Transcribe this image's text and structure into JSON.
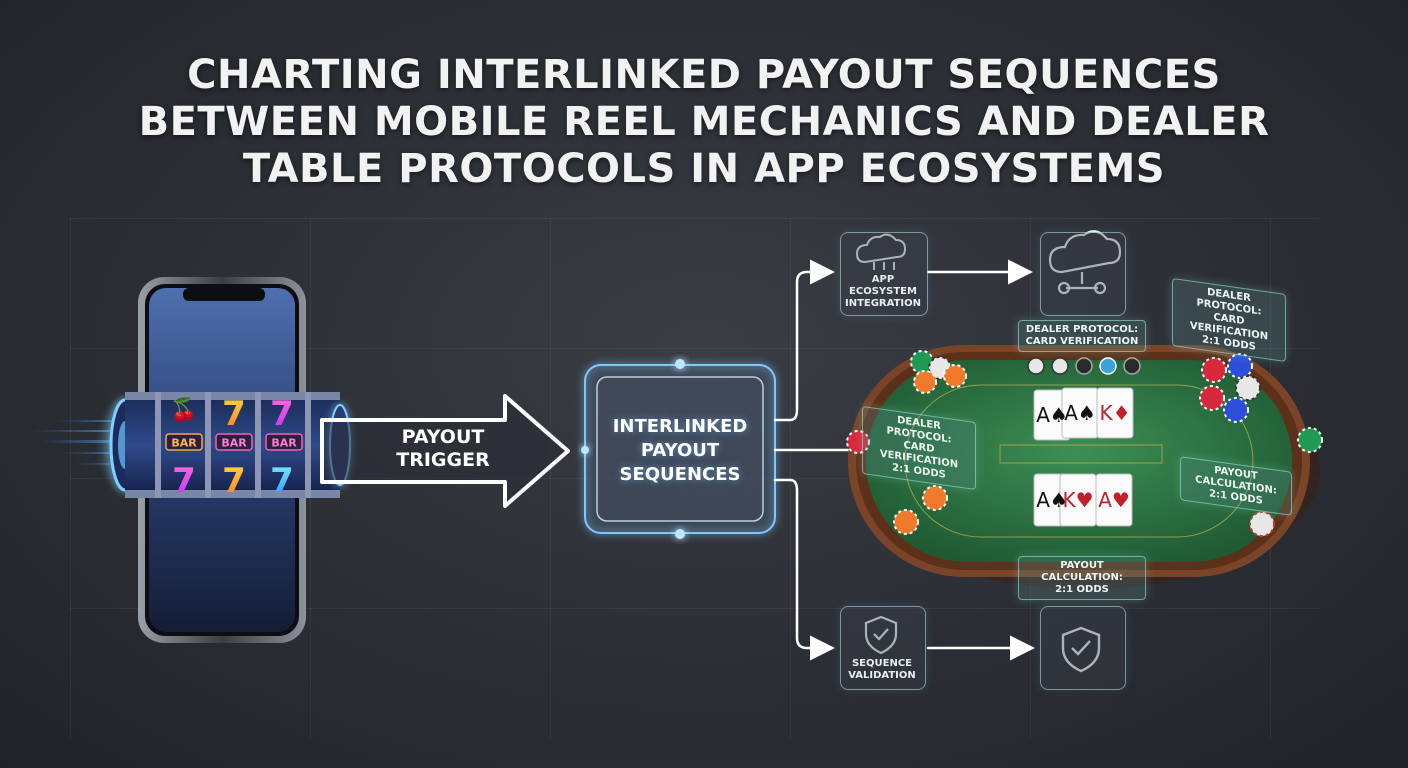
{
  "title": {
    "line1": "CHARTING INTERLINKED PAYOUT SEQUENCES",
    "line2": "BETWEEN MOBILE REEL MECHANICS AND DEALER",
    "line3": "TABLE PROTOCOLS IN APP ECOSYSTEMS"
  },
  "slot": {
    "reel1_top_symbol": "🍒",
    "reel2_top_symbol": "7",
    "reel3_top_symbol": "7",
    "bar_label": "BAR",
    "reel_bottom_symbol": "7"
  },
  "arrow_label": {
    "line1": "PAYOUT",
    "line2": "TRIGGER"
  },
  "hub": {
    "line1": "INTERLINKED",
    "line2": "PAYOUT",
    "line3": "SEQUENCES"
  },
  "nodes": {
    "app_ecosystem": {
      "line1": "APP",
      "line2": "ECOSYSTEM",
      "line3": "INTEGRATION",
      "icon": "cloud-network-icon"
    },
    "cloud_target": {
      "icon": "cloud-network-icon"
    },
    "sequence_validation": {
      "line1": "SEQUENCE",
      "line2": "VALIDATION",
      "icon": "shield-check-icon"
    },
    "shield_target": {
      "icon": "shield-check-icon"
    }
  },
  "holo_labels": {
    "top_center": {
      "line1": "DEALER PROTOCOL:",
      "line2": "CARD VERIFICATION"
    },
    "top_right": {
      "line1": "DEALER PROTOCOL:",
      "line2": "CARD VERIFICATION",
      "line3": "2:1 ODDS"
    },
    "left": {
      "line1": "DEALER PROTOCOL:",
      "line2": "CARD VERIFICATION",
      "line3": "2:1 ODDS"
    },
    "right": {
      "line1": "PAYOUT CALCULATION:",
      "line2": "2:1 ODDS"
    },
    "bottom": {
      "line1": "PAYOUT CALCULATION:",
      "line2": "2:1 ODDS"
    }
  },
  "cards": {
    "top_hand": [
      "A♠",
      "A♠",
      "K♦"
    ],
    "bottom_hand": [
      "A♠",
      "K♥",
      "A♥"
    ]
  },
  "colors": {
    "background": "#2b2e34",
    "felt": "#2f7a45",
    "table_rail": "#6b3a22",
    "glow_blue": "#5ab8ff",
    "slot_red": "#ff3b6b",
    "slot_orange": "#ff9a2e",
    "slot_purple": "#b04cff"
  }
}
